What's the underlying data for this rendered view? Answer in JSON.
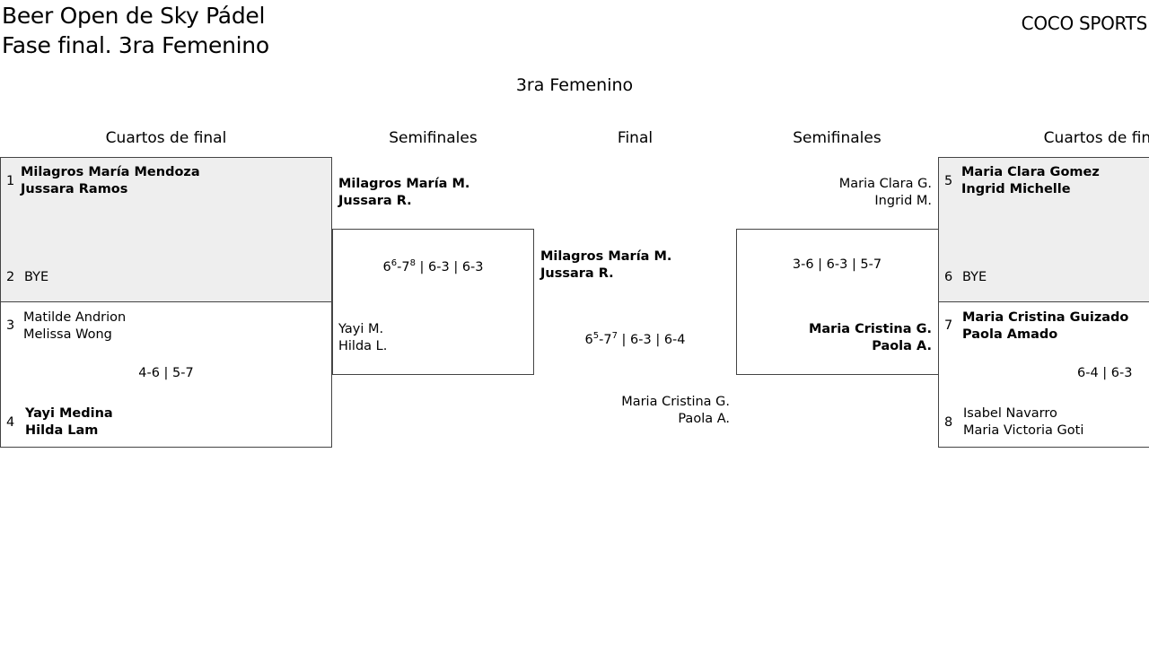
{
  "header": {
    "title_line1": "Beer Open de Sky Pádel",
    "title_line2": "Fase final. 3ra Femenino",
    "brand": "COCO SPORTS",
    "category": "3ra Femenino"
  },
  "rounds": {
    "left_quarter": "Cuartos de final",
    "left_semi": "Semifinales",
    "final": "Final",
    "right_semi": "Semifinales",
    "right_quarter": "Cuartos de final"
  },
  "quarterfinals": {
    "q1": {
      "top": {
        "seed": "1",
        "p1": "Milagros María Mendoza",
        "p2": "Jussara Ramos"
      },
      "bottom": {
        "seed": "2",
        "p1": "BYE"
      }
    },
    "q2": {
      "top": {
        "seed": "3",
        "p1": "Matilde Andrion",
        "p2": "Melissa Wong"
      },
      "score": "4-6 | 5-7",
      "bottom": {
        "seed": "4",
        "p1": "Yayi Medina",
        "p2": "Hilda Lam"
      }
    },
    "q3": {
      "top": {
        "seed": "5",
        "p1": "Maria Clara Gomez",
        "p2": "Ingrid Michelle"
      },
      "bottom": {
        "seed": "6",
        "p1": "BYE"
      }
    },
    "q4": {
      "top": {
        "seed": "7",
        "p1": "Maria Cristina Guizado",
        "p2": "Paola Amado"
      },
      "score": "6-4 | 6-3",
      "bottom": {
        "seed": "8",
        "p1": "Isabel Navarro",
        "p2": "Maria Victoria Goti"
      }
    }
  },
  "semifinals": {
    "left": {
      "top": {
        "p1": "Milagros María M.",
        "p2": "Jussara R."
      },
      "score": {
        "g1a": "6",
        "t1a": "6",
        "sep": "-",
        "g1b": "7",
        "t1b": "8",
        "rest": " | 6-3 | 6-3"
      },
      "bottom": {
        "p1": "Yayi M.",
        "p2": "Hilda L."
      }
    },
    "right": {
      "top": {
        "p1": "Maria Clara G.",
        "p2": "Ingrid M."
      },
      "score": "3-6 | 6-3 | 5-7",
      "bottom": {
        "p1": "Maria Cristina G.",
        "p2": "Paola A."
      }
    }
  },
  "final": {
    "top": {
      "p1": "Milagros María M.",
      "p2": "Jussara R."
    },
    "score": {
      "g1a": "6",
      "t1a": "5",
      "sep": "-",
      "g1b": "7",
      "t1b": "7",
      "rest": " | 6-3 | 6-4"
    },
    "bottom": {
      "p1": "Maria Cristina G.",
      "p2": "Paola A."
    }
  }
}
